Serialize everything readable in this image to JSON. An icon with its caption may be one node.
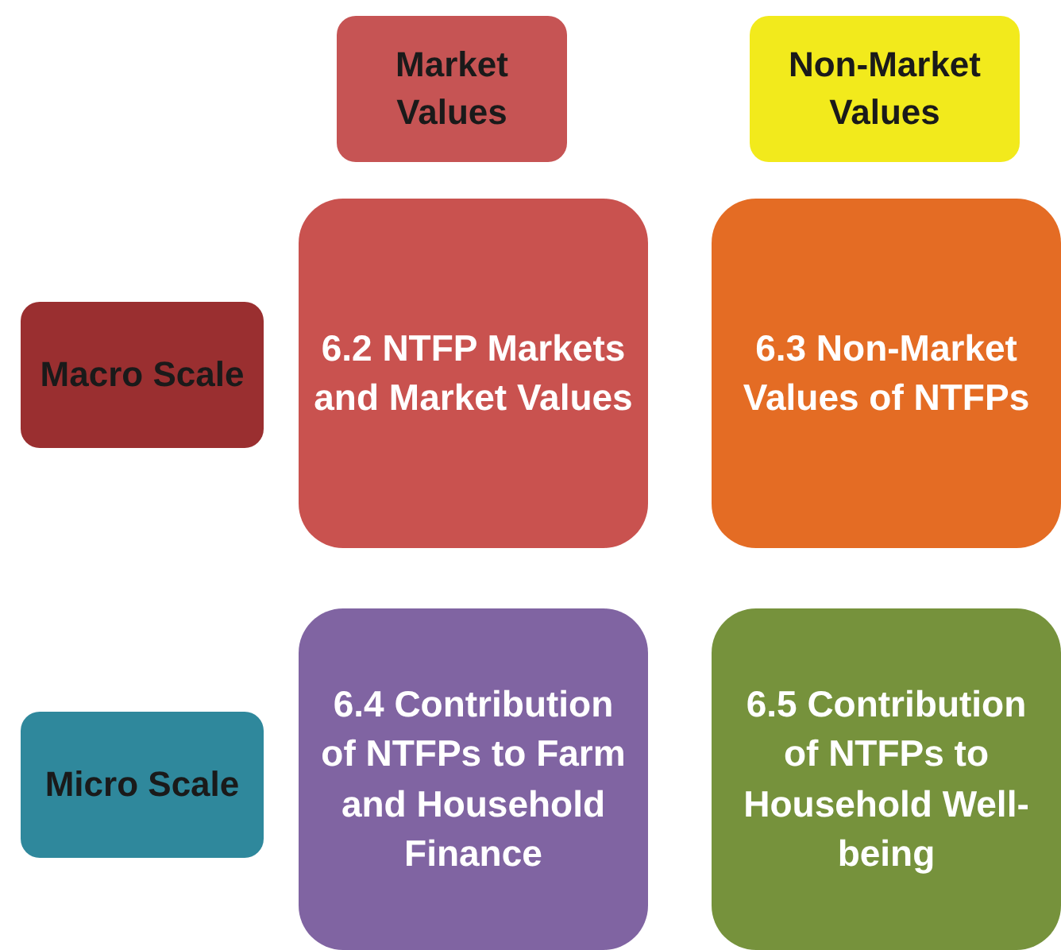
{
  "diagram": {
    "nodes": [
      {
        "text": [
          "Market Values"
        ]
      },
      {
        "text": [
          "Non-Market Values"
        ]
      },
      {
        "text": [
          "Macro Scale"
        ]
      },
      {
        "text": [
          "6.2 NTFP Markets and Market Values"
        ]
      },
      {
        "text": [
          "6.3 Non-Market Values of NTFPs"
        ]
      },
      {
        "text": [
          "Micro Scale"
        ]
      },
      {
        "text": [
          "6.4 Contribution of NTFPs to Farm and Household Finance"
        ]
      },
      {
        "text": [
          "6.5 Contribution of NTFPs to Household Well-being"
        ]
      }
    ]
  }
}
